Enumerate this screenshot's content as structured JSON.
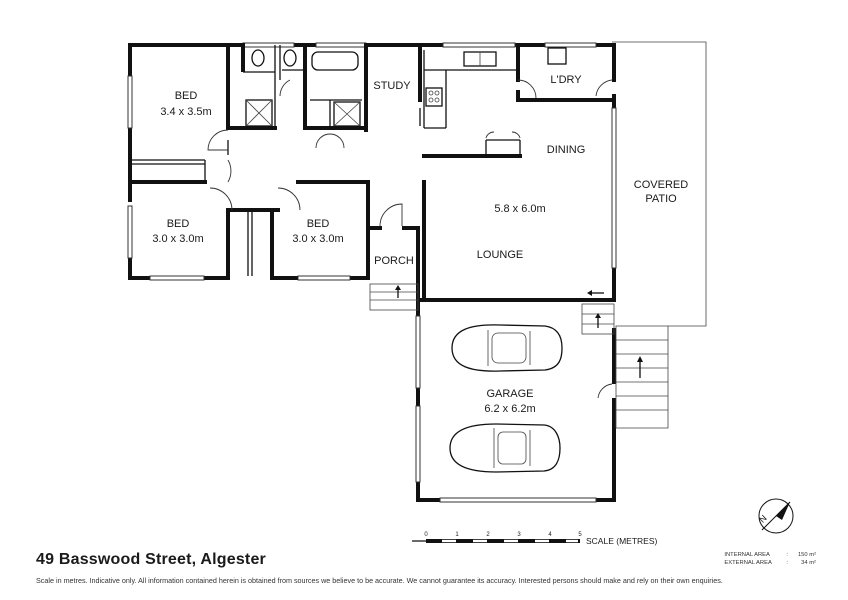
{
  "rooms": {
    "bed1_name": "BED",
    "bed1_size": "3.4 x 3.5m",
    "bed2_name": "BED",
    "bed2_size": "3.0 x 3.0m",
    "bed3_name": "BED",
    "bed3_size": "3.0 x 3.0m",
    "study": "STUDY",
    "laundry": "L'DRY",
    "dining": "DINING",
    "lounge_size": "5.8 x 6.0m",
    "lounge": "LOUNGE",
    "porch": "PORCH",
    "patio_line1": "COVERED",
    "patio_line2": "PATIO",
    "garage": "GARAGE",
    "garage_size": "6.2 x 6.2m"
  },
  "scale": {
    "ticks": [
      "0",
      "1",
      "2",
      "3",
      "4",
      "5"
    ],
    "label": "SCALE (METRES)"
  },
  "compass_letter": "N",
  "areas": {
    "internal_label": "INTERNAL AREA",
    "internal_value": "150 m²",
    "external_label": "EXTERNAL AREA",
    "external_value": "34 m²"
  },
  "address": "49 Basswood Street, Algester",
  "disclaimer": "Scale in metres. Indicative only. All information contained herein is obtained from sources we believe to be accurate. We cannot guarantee its accuracy. Interested persons should make and rely on their own enquiries."
}
